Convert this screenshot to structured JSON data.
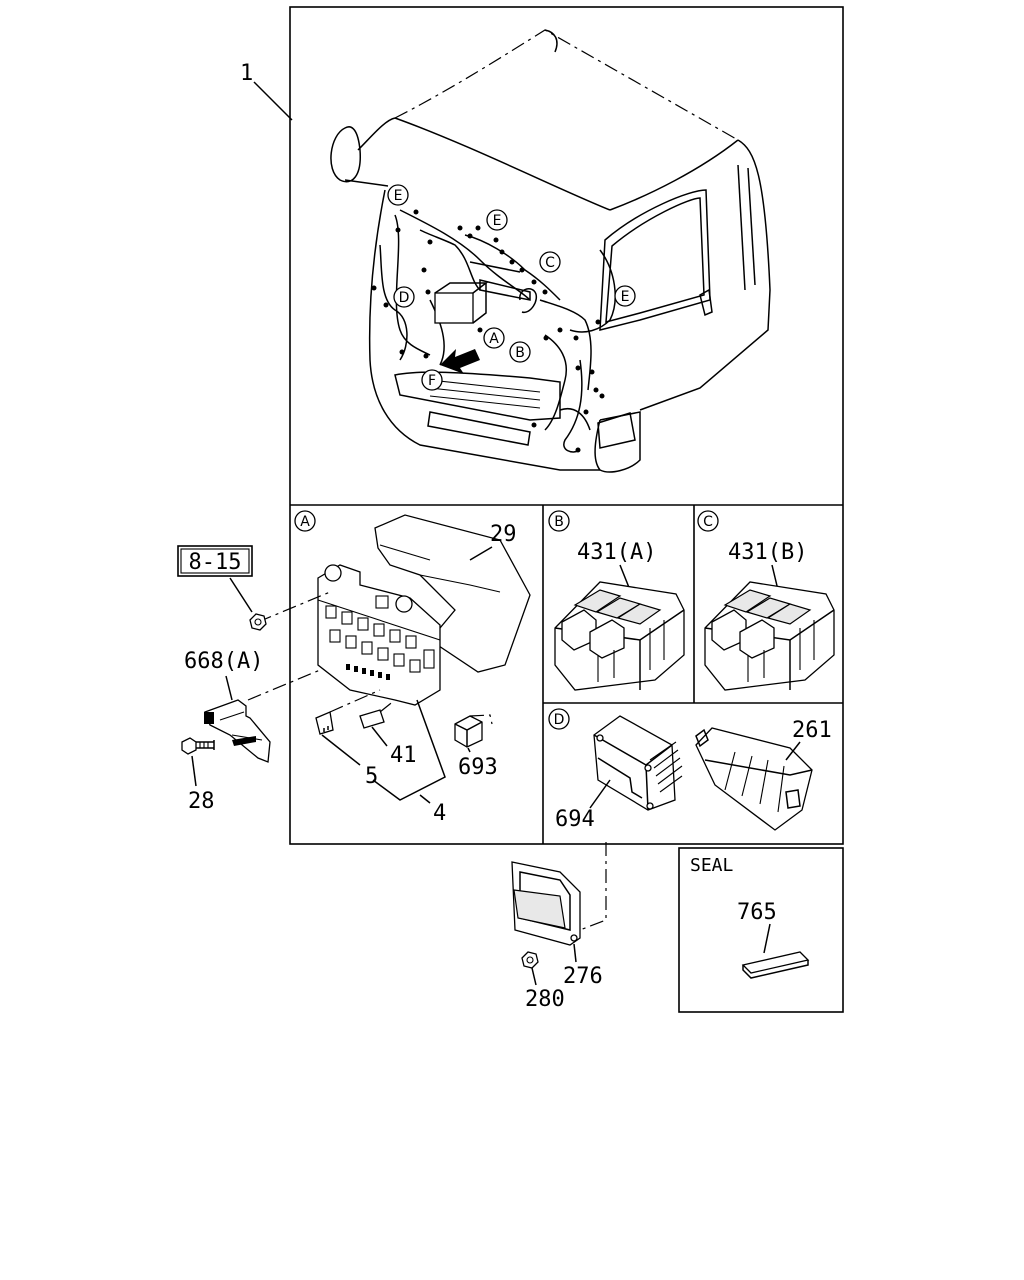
{
  "labels": {
    "assembly": "1",
    "ref_box": "8-15",
    "fuse_cover": "29",
    "bracket": "668(A)",
    "bolt": "28",
    "fuse_pair": "5",
    "fuse_small": "41",
    "relay": "693",
    "fuse_group": "4",
    "relay_box_a": "431(A)",
    "relay_box_b": "431(B)",
    "controller": "694",
    "cover": "261",
    "ecu": "276",
    "nut": "280",
    "seal_title": "SEAL",
    "seal_part": "765"
  },
  "callouts": {
    "a": "A",
    "b": "B",
    "c": "C",
    "d": "D",
    "e": "E",
    "f": "F"
  }
}
